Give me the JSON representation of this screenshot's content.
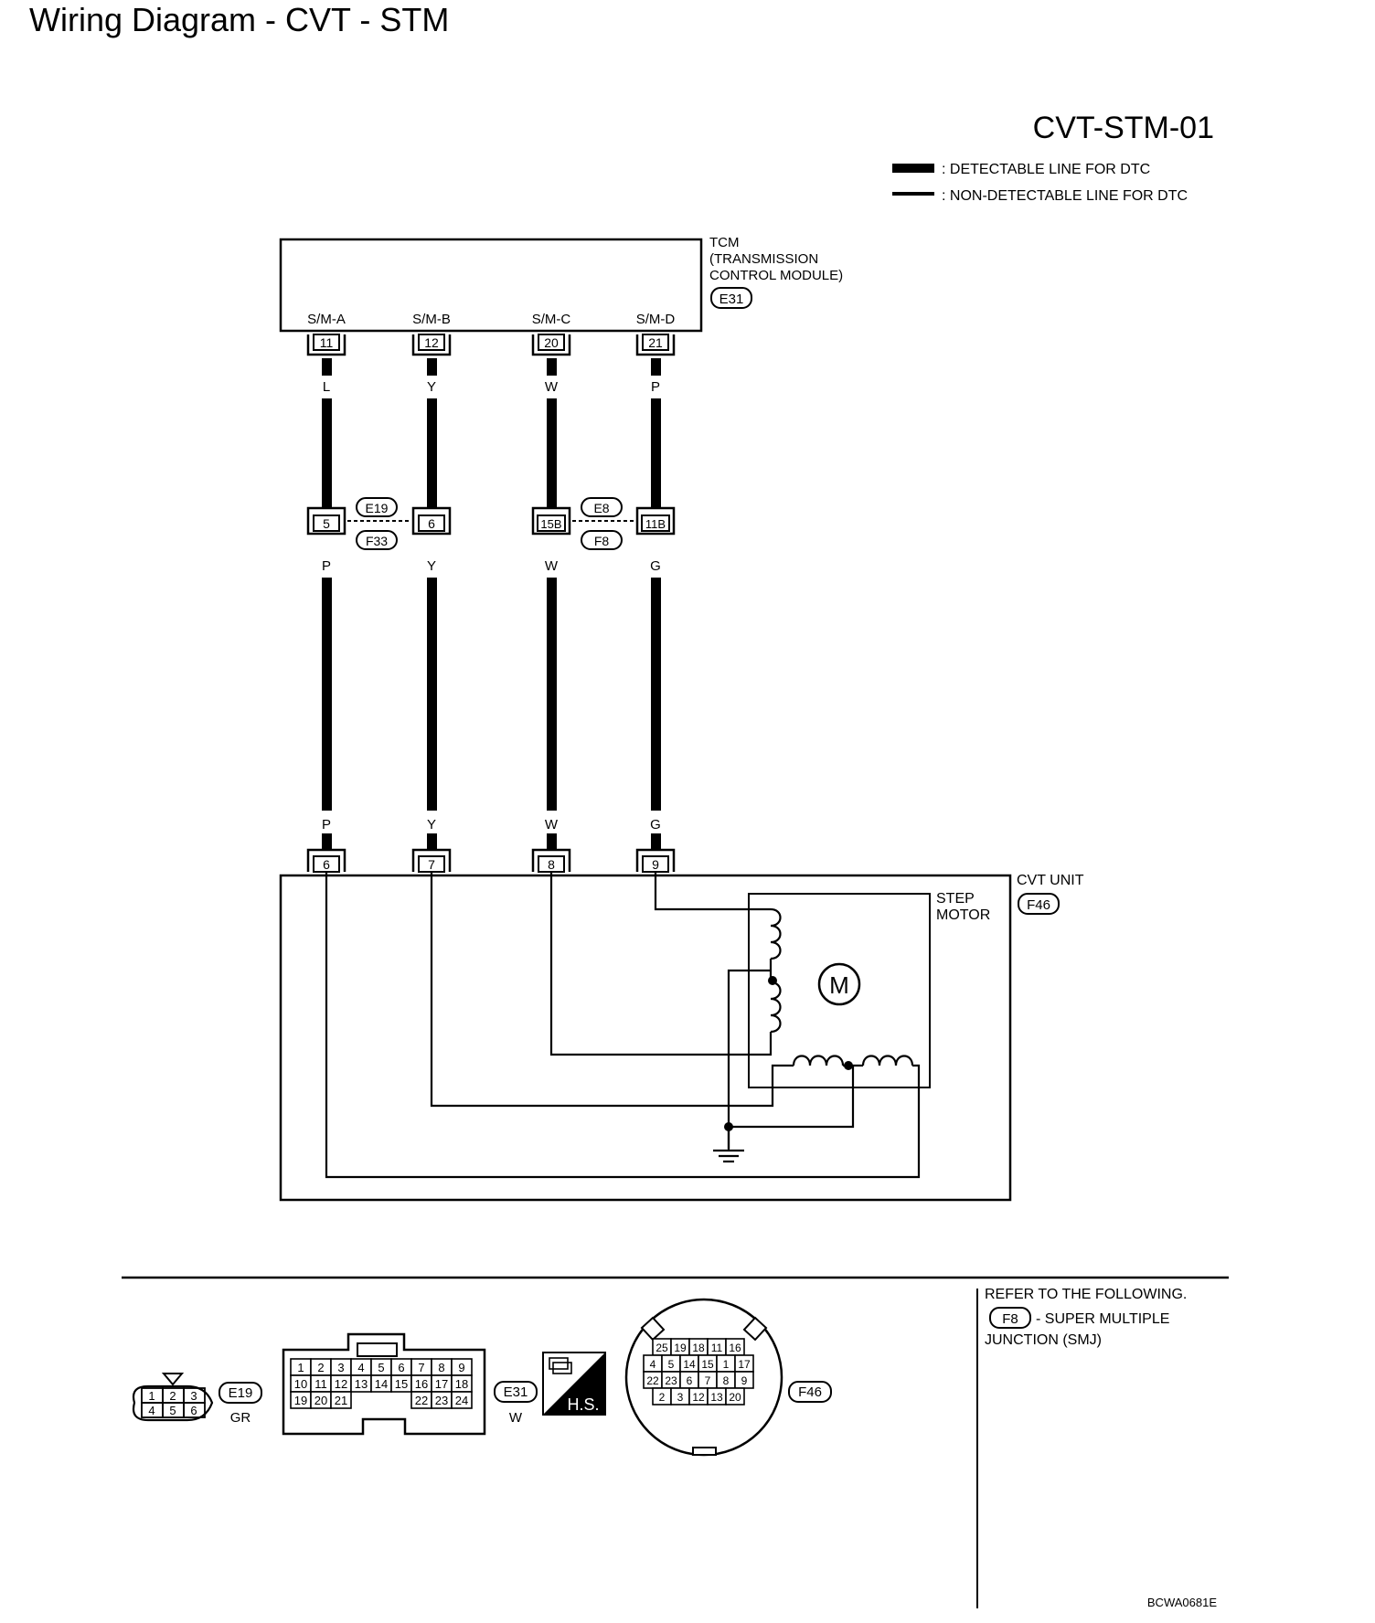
{
  "page_title": "Wiring Diagram - CVT - STM",
  "diagram_id": "CVT-STM-01",
  "legend": {
    "detectable": ": DETECTABLE LINE FOR DTC",
    "non_detectable": ": NON-DETECTABLE LINE FOR DTC"
  },
  "tcm": {
    "label_1": "TCM",
    "label_2": "(TRANSMISSION",
    "label_3": "CONTROL MODULE)",
    "connector": "E31",
    "pins": [
      {
        "name": "S/M-A",
        "pin": "11",
        "color": "L"
      },
      {
        "name": "S/M-B",
        "pin": "12",
        "color": "Y"
      },
      {
        "name": "S/M-C",
        "pin": "20",
        "color": "W"
      },
      {
        "name": "S/M-D",
        "pin": "21",
        "color": "P"
      }
    ]
  },
  "junctions": [
    {
      "upper": "E19",
      "lower": "F33",
      "pins": [
        "5",
        "6"
      ]
    },
    {
      "upper": "E8",
      "lower": "F8",
      "pins": [
        "15B",
        "11B"
      ]
    }
  ],
  "mid_colors": [
    "P",
    "Y",
    "W",
    "G"
  ],
  "lower_colors": [
    "P",
    "Y",
    "W",
    "G"
  ],
  "cvt_unit": {
    "label": "CVT UNIT",
    "connector": "F46",
    "pins": [
      "6",
      "7",
      "8",
      "9"
    ],
    "step_motor_1": "STEP",
    "step_motor_2": "MOTOR",
    "motor_symbol": "M"
  },
  "connectors": {
    "e19": {
      "rows": [
        [
          "1",
          "2",
          "3"
        ],
        [
          "4",
          "5",
          "6"
        ]
      ],
      "id": "E19",
      "color": "GR"
    },
    "e31": {
      "rows": [
        [
          "1",
          "2",
          "3",
          "4",
          "5",
          "6",
          "7",
          "8",
          "9"
        ],
        [
          "10",
          "11",
          "12",
          "13",
          "14",
          "15",
          "16",
          "17",
          "18"
        ],
        [
          "19",
          "20",
          "21",
          "22",
          "23",
          "24"
        ]
      ],
      "id": "E31",
      "color": "W"
    },
    "hs": "H.S.",
    "f46": {
      "rows": [
        [
          "25",
          "19",
          "18",
          "11",
          "16"
        ],
        [
          "4",
          "5",
          "14",
          "15",
          "1",
          "17"
        ],
        [
          "22",
          "23",
          "6",
          "7",
          "8",
          "9"
        ],
        [
          "2",
          "3",
          "12",
          "13",
          "20"
        ]
      ],
      "id": "F46"
    }
  },
  "refer": {
    "line_1": "REFER TO THE FOLLOWING.",
    "connector": "F8",
    "line_2": "- SUPER MULTIPLE",
    "line_3": "JUNCTION (SMJ)"
  },
  "code": "BCWA0681E"
}
